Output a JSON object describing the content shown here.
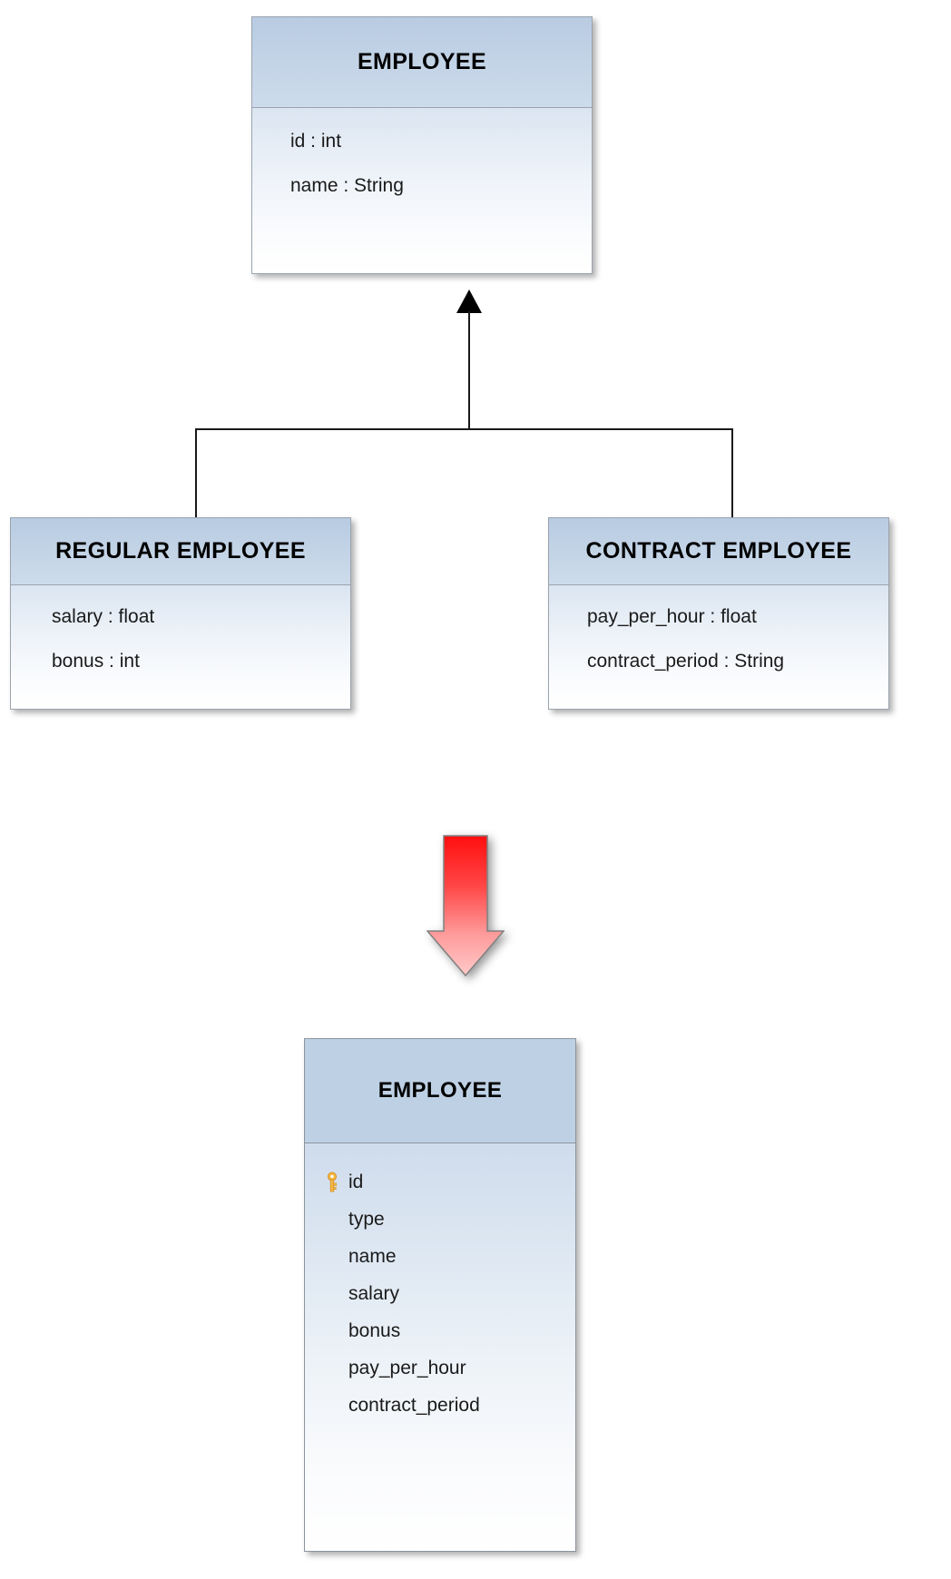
{
  "diagram": {
    "type": "uml-generalization-to-relational-mapping",
    "superclass": {
      "title": "EMPLOYEE",
      "attributes": [
        "id : int",
        "name : String"
      ]
    },
    "subclasses": [
      {
        "title": "REGULAR EMPLOYEE",
        "attributes": [
          "salary : float",
          "bonus : int"
        ]
      },
      {
        "title": "CONTRACT EMPLOYEE",
        "attributes": [
          "pay_per_hour : float",
          "contract_period : String"
        ]
      }
    ],
    "transform_arrow": {
      "icon": "down-arrow-icon",
      "color_top": "#ff1a1a",
      "color_bottom": "#ffc9c9"
    },
    "result_table": {
      "title": "EMPLOYEE",
      "columns": [
        {
          "name": "id",
          "key": true,
          "key_icon": "primary-key-icon"
        },
        {
          "name": "type",
          "key": false
        },
        {
          "name": "name",
          "key": false
        },
        {
          "name": "salary",
          "key": false
        },
        {
          "name": "bonus",
          "key": false
        },
        {
          "name": "pay_per_hour",
          "key": false
        },
        {
          "name": "contract_period",
          "key": false
        }
      ]
    },
    "colors": {
      "header_blue": "#c2d3e6",
      "table_header_blue": "#bed0e4",
      "border_gray": "#9aa3ad",
      "connector_black": "#1a1a1a",
      "key_gold": "#f0a818"
    }
  }
}
